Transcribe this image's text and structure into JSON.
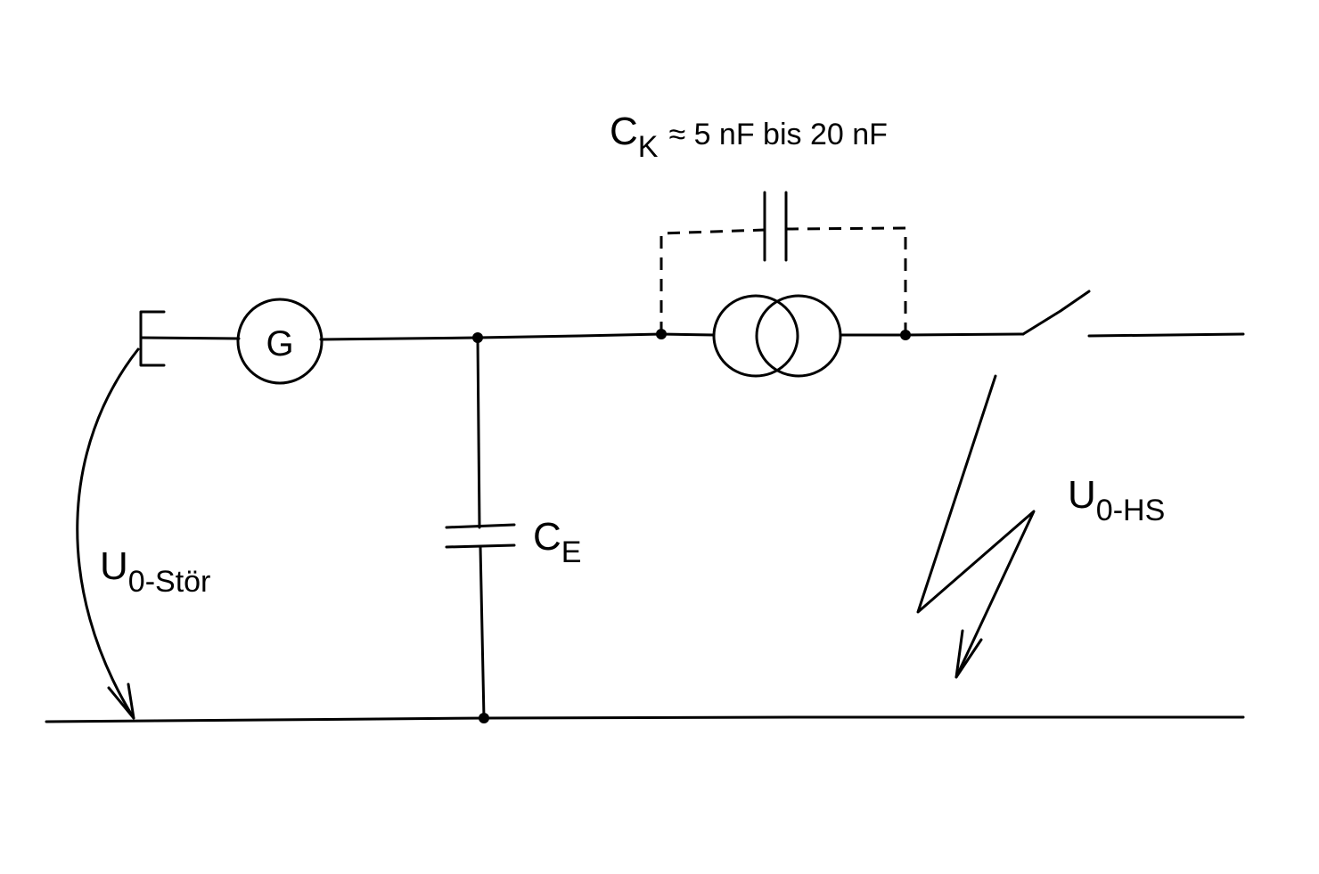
{
  "labels": {
    "generator": "G",
    "ck_symbol": "C",
    "ck_sub": "K",
    "ck_value": "≈ 5 nF bis 20 nF",
    "ce_symbol": "C",
    "ce_sub": "E",
    "u_stoer_symbol": "U",
    "u_stoer_sub": "0-Stör",
    "u_hs_symbol": "U",
    "u_hs_sub": "0-HS"
  }
}
